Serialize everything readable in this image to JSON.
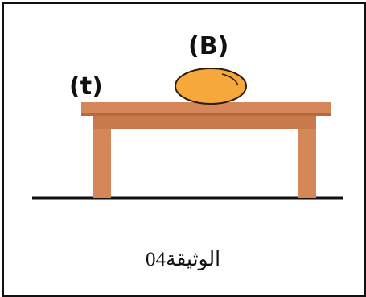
{
  "labels": {
    "ball": "(B)",
    "table": "(t)"
  },
  "caption": "الوثيقة04",
  "colors": {
    "table_wood": "#d6875a",
    "table_wood_dark": "#b8693c",
    "ball_fill": "#f7a83a",
    "ball_outline": "#2a1d10",
    "ground_line": "#111111",
    "frame_border": "#111111"
  }
}
